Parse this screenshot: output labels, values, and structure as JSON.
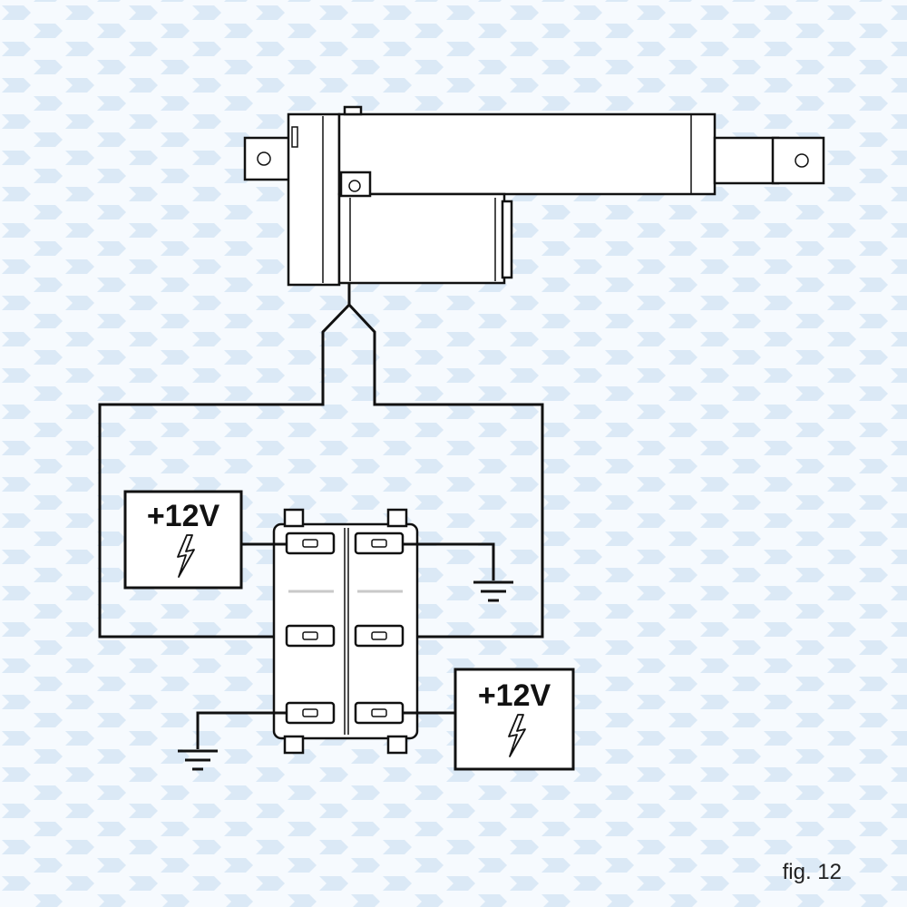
{
  "colors": {
    "background_pattern": "#dbe9f6",
    "line": "#111111"
  },
  "supply_top": {
    "label": "+12V",
    "icon": "lightning-bolt-icon"
  },
  "supply_bottom": {
    "label": "+12V",
    "icon": "lightning-bolt-icon"
  },
  "ground_icon": "ground-icon",
  "figure_label": "fig. 12"
}
